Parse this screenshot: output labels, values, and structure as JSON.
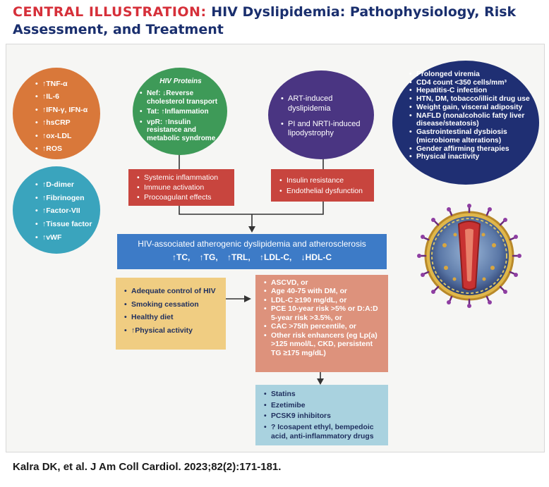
{
  "header": {
    "label": "CENTRAL ILLUSTRATION:",
    "title_line1": "HIV Dyslipidemia: Pathophysiology, Risk",
    "title_line2": "Assessment, and Treatment"
  },
  "inflammatory_markers": [
    "↑TNF-α",
    "↑IL-6",
    "↑IFN-γ, IFN-α",
    "↑hsCRP",
    "↑ox-LDL",
    "↑ROS"
  ],
  "coagulation_markers": [
    "↑D-dimer",
    "↑Fibrinogen",
    "↑Factor-VII",
    "↑Tissue factor",
    "↑vWF"
  ],
  "hiv_proteins": {
    "title": "HIV Proteins",
    "items": [
      "Nef: ↓Reverse cholesterol transport",
      "Tat: ↑Inflammation",
      "vpR: ↑Insulin resistance and metabolic syndrome"
    ]
  },
  "art_items": [
    "ART-induced dyslipidemia",
    "PI and NRTI-induced lipodystrophy"
  ],
  "risk_factors": [
    "Prolonged viremia",
    "CD4 count <350 cells/mm³",
    "Hepatitis-C infection",
    "HTN, DM, tobacco/illicit drug use",
    "Weight gain, visceral adiposity",
    "NAFLD (nonalcoholic fatty liver disease/steatosis)",
    "Gastrointestinal dysbiosis (microbiome alterations)",
    "Gender affirming therapies",
    "Physical inactivity"
  ],
  "mechanisms_left": [
    "Systemic inflammation",
    "Immune activation",
    "Procoagulant effects"
  ],
  "mechanisms_right": [
    "Insulin resistance",
    "Endothelial dysfunction"
  ],
  "outcome": {
    "title": "HIV-associated atherogenic dyslipidemia and atherosclerosis",
    "lipids": "↑TC,    ↑TG,    ↑TRL,    ↑LDL-C,    ↓HDL-C"
  },
  "lifestyle": [
    "Adequate control of HIV",
    "Smoking cessation",
    "Healthy diet",
    "↑Physical activity"
  ],
  "indications": [
    "ASCVD, or",
    "Age 40-75 with DM, or",
    "LDL-C ≥190 mg/dL, or",
    "PCE 10-year risk >5% or D:A:D 5-year risk >3.5%, or",
    "CAC >75th percentile, or",
    "Other risk enhancers (eg Lp(a) >125 nmol/L, CKD, persistent TG ≥175 mg/dL)"
  ],
  "therapies": [
    "Statins",
    "Ezetimibe",
    "PCSK9 inhibitors",
    "? Icosapent ethyl, bempedoic acid, anti-inflammatory drugs"
  ],
  "citation": "Kalra DK, et al. J Am Coll Cardiol. 2023;82(2):171-181.",
  "colors": {
    "title_red": "#d6303a",
    "title_navy": "#1a2f6e",
    "orange": "#d9783a",
    "teal": "#3aa4bd",
    "green": "#3e9a58",
    "purple": "#4a3582",
    "navy": "#1f2f73",
    "red": "#c8453e",
    "blue": "#3d7bc7",
    "tan": "#f0cd82",
    "salmon": "#dd927c",
    "light_blue": "#a9d2df"
  },
  "icons": {
    "virus": "hiv-virion-illustration"
  }
}
